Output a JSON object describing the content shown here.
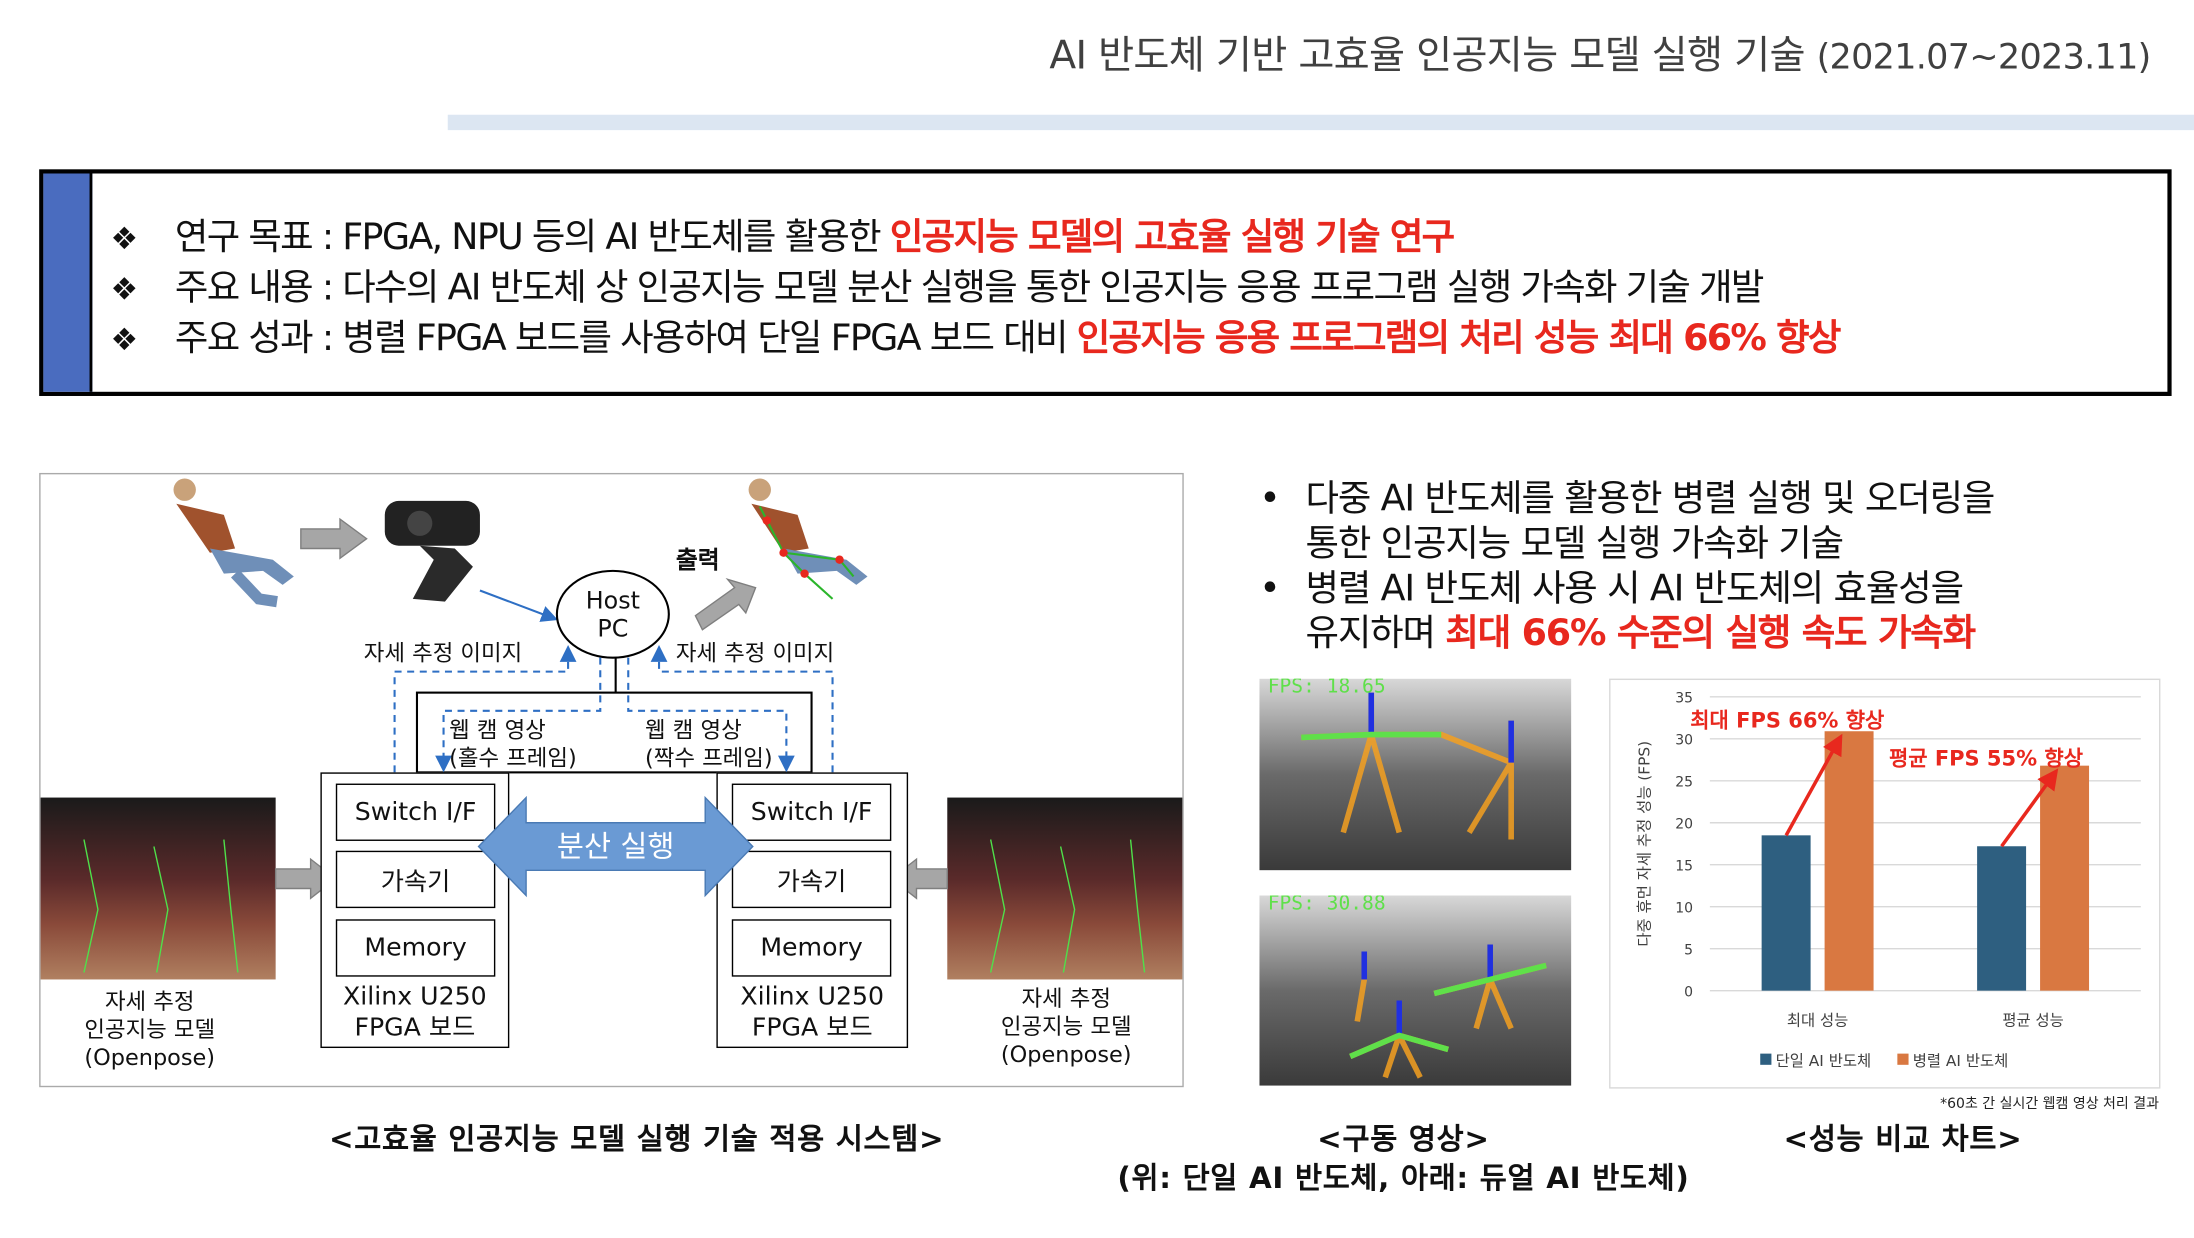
{
  "title": {
    "main": "AI 반도체 기반 고효율 인공지능 모델 실행 기술",
    "period": "(2021.07~2023.11)"
  },
  "summary": [
    {
      "bullet": "❖",
      "label": "연구 목표 : ",
      "text": "FPGA, NPU 등의 AI 반도체를 활용한 ",
      "highlight": "인공지능 모델의 고효율 실행 기술 연구"
    },
    {
      "bullet": "❖",
      "label": "주요 내용 : ",
      "text": "다수의 AI 반도체 상 인공지능 모델 분산 실행을 통한 인공지능 응용 프로그램 실행 가속화 기술 개발",
      "highlight": ""
    },
    {
      "bullet": "❖",
      "label": "주요 성과 :  ",
      "text": "병렬 FPGA 보드를 사용하여 단일 FPGA 보드 대비 ",
      "highlight": "인공지능 응용 프로그램의 처리 성능 최대 66% 향상"
    }
  ],
  "diagram": {
    "output_label": "출력",
    "host_pc": [
      "Host",
      "PC"
    ],
    "pose_image_left": "자세 추정 이미지",
    "pose_image_right": "자세 추정 이미지",
    "webcam_odd": [
      "웹 캠 영상",
      "(홀수 프레임)"
    ],
    "webcam_even": [
      "웹 캠 영상",
      "(짝수 프레임)"
    ],
    "distributed": "분산 실행",
    "boards": [
      {
        "switch": "Switch I/F",
        "accel": "가속기",
        "memory": "Memory",
        "name": [
          "Xilinx U250",
          "FPGA 보드"
        ]
      },
      {
        "switch": "Switch I/F",
        "accel": "가속기",
        "memory": "Memory",
        "name": [
          "Xilinx U250",
          "FPGA 보드"
        ]
      }
    ],
    "model_left": [
      "자세 추정",
      "인공지능 모델",
      "(Openpose)"
    ],
    "model_right": [
      "자세 추정",
      "인공지능 모델",
      "(Openpose)"
    ]
  },
  "right_text": {
    "bullets": [
      "•",
      "•"
    ],
    "line1": "다중 AI 반도체를 활용한 병렬 실행 및 오더링을",
    "line2": "통한 인공지능 모델 실행 가속화 기술",
    "line3": "병렬 AI 반도체 사용 시 AI 반도체의 효율성을",
    "line4": "유지하며 ",
    "line4_highlight": "최대 66% 수준의 실행 속도 가속화"
  },
  "demo": {
    "fps_top": "FPS: 18.65",
    "fps_bottom": "FPS: 30.88"
  },
  "captions": {
    "system": "<고효율 인공지능 모델 실행 기술 적용 시스템>",
    "demo": "<구동 영상>",
    "demo_sub": "(위: 단일 AI 반도체, 아래: 듀얼 AI 반도체)",
    "chart": "<성능 비교 차트>"
  },
  "colors": {
    "accent_red": "#e8281e",
    "strip_blue": "#4a6cbf",
    "arrow_blue": "#6a9ad4"
  },
  "chart_data": {
    "type": "bar",
    "categories": [
      "최대 성능",
      "평균 성능"
    ],
    "series": [
      {
        "name": "단일 AI 반도체",
        "values": [
          18.5,
          17.2
        ],
        "color": "#2e5f80"
      },
      {
        "name": "병렬 AI 반도체",
        "values": [
          30.9,
          26.8
        ],
        "color": "#d97841"
      }
    ],
    "ylabel": "다중 휴먼 자세 추정 성능 (FPS)",
    "ylim": [
      0,
      35
    ],
    "yticks": [
      0,
      5,
      10,
      15,
      20,
      25,
      30,
      35
    ],
    "grid": true,
    "legend": "bottom",
    "annotations": [
      "최대 FPS 66% 향상",
      "평균 FPS 55% 향상"
    ],
    "footnote": "*60초 간 실시간 웹캠 영상 처리 결과"
  }
}
